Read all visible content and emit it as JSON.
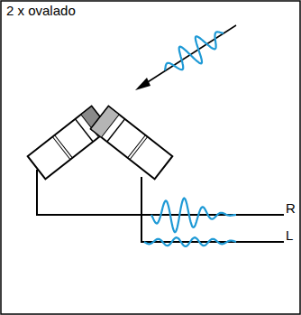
{
  "diagram": {
    "title": "2 x ovalado",
    "labels": [
      "R",
      "L"
    ]
  }
}
